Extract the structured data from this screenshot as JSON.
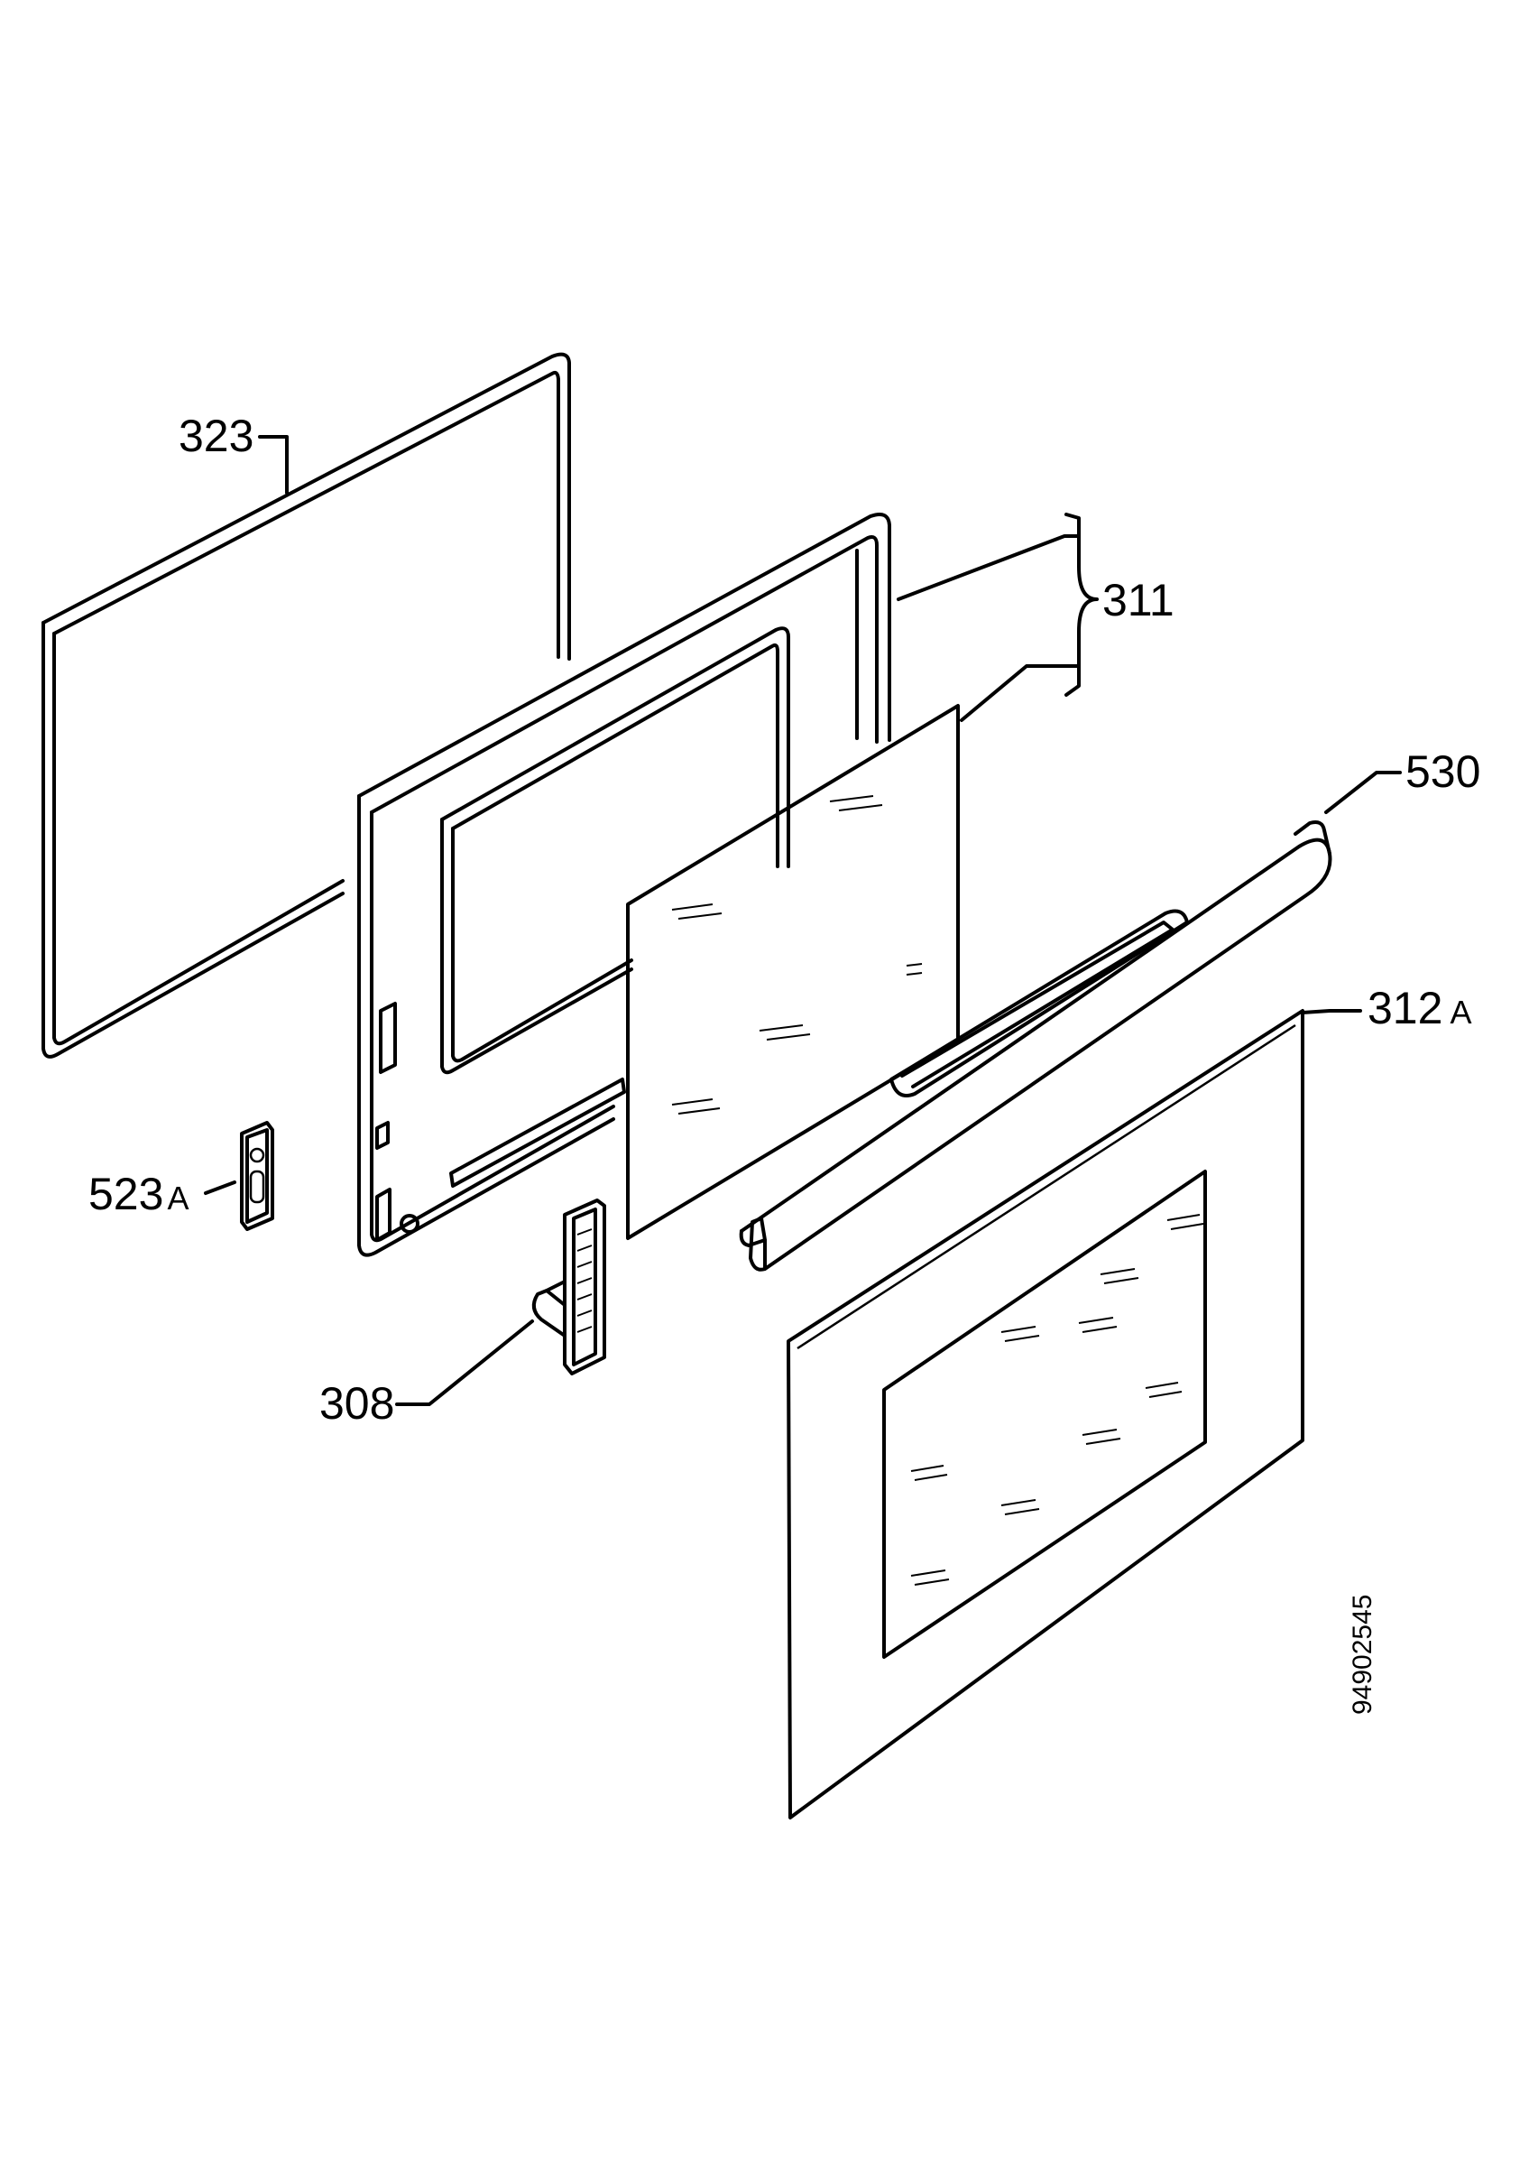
{
  "parts": [
    {
      "id": "seal",
      "number": "323",
      "suffix": ""
    },
    {
      "id": "inner-door-assembly",
      "number": "311",
      "suffix": ""
    },
    {
      "id": "handle",
      "number": "530",
      "suffix": ""
    },
    {
      "id": "outer-glass-panel",
      "number": "312",
      "suffix": "A"
    },
    {
      "id": "hinge-cover",
      "number": "523",
      "suffix": "A"
    },
    {
      "id": "hinge",
      "number": "308",
      "suffix": ""
    }
  ],
  "drawing_number": "94902545"
}
